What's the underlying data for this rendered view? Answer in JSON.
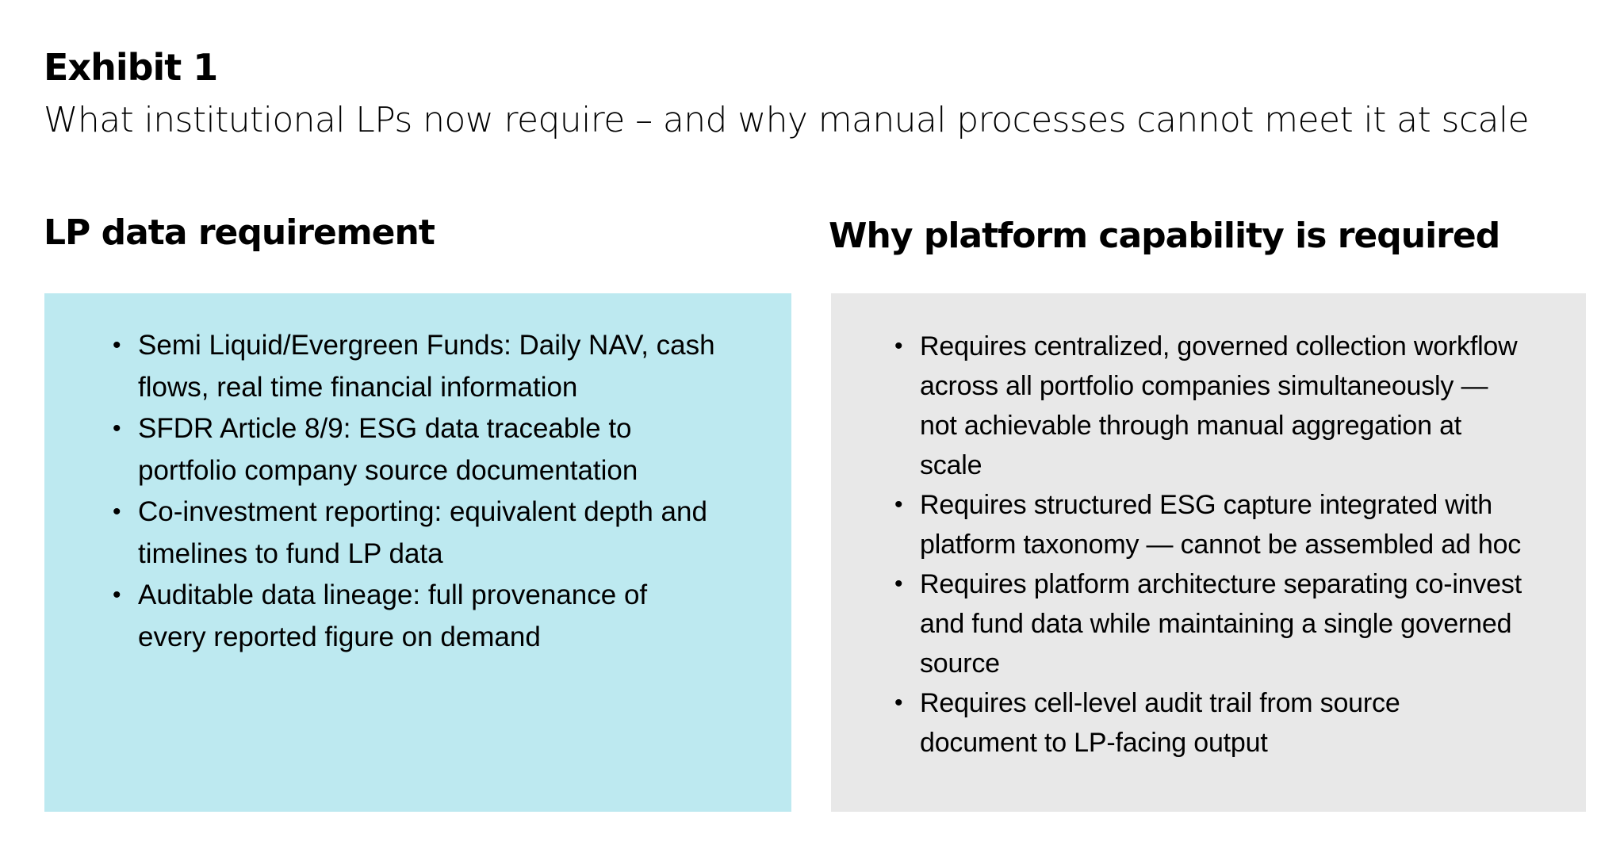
{
  "header": {
    "exhibit_label": "Exhibit 1",
    "subtitle": "What institutional LPs now require – and why manual processes cannot meet it at scale"
  },
  "left_column": {
    "heading": "LP data requirement",
    "bg_color": "#bde9f0",
    "items": [
      {
        "lines": [
          "Semi Liquid/Evergreen Funds: Daily NAV, cash",
          "flows, real time financial information"
        ]
      },
      {
        "lines": [
          "SFDR Article 8/9: ESG data traceable to",
          "portfolio company source documentation"
        ]
      },
      {
        "lines": [
          "Co-investment reporting: equivalent depth and",
          "timelines to fund LP data"
        ]
      },
      {
        "lines": [
          "Auditable data lineage: full provenance of",
          "every reported figure on demand"
        ]
      }
    ]
  },
  "right_column": {
    "heading": "Why platform capability is required",
    "bg_color": "#e8e8e8",
    "items": [
      {
        "lines": [
          "Requires centralized, governed collection workflow",
          "across all portfolio companies simultaneously —",
          "not achievable through manual aggregation at",
          "scale"
        ]
      },
      {
        "lines": [
          "Requires structured ESG capture integrated with",
          "platform taxonomy — cannot be assembled ad hoc"
        ]
      },
      {
        "lines": [
          "Requires platform architecture separating co-invest",
          "and fund data while maintaining a single governed",
          "source"
        ]
      },
      {
        "lines": [
          "Requires cell-level audit trail from source",
          "document to LP-facing output"
        ]
      }
    ]
  }
}
